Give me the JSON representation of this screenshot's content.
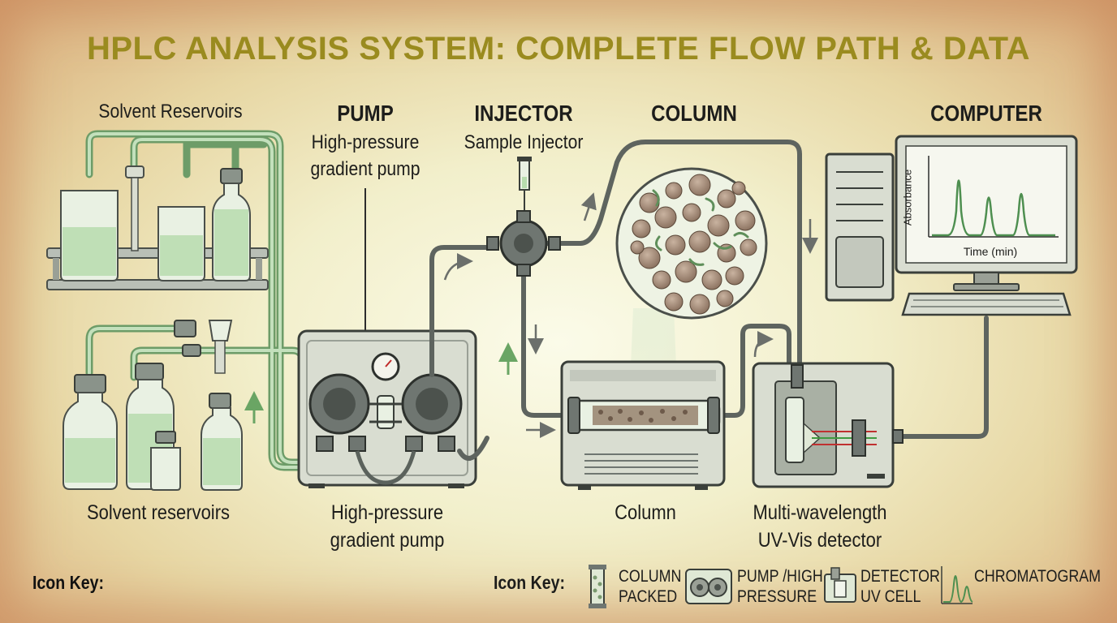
{
  "title": "HPLC ANALYSIS SYSTEM: COMPLETE FLOW PATH & DATA",
  "labels": {
    "solvent_reservoirs_top": "Solvent Reservoirs",
    "solvent_reservoirs_bottom": "Solvent reservoirs",
    "pump_head": "PUMP",
    "pump_sub_line1": "High-pressure",
    "pump_sub_line2": "gradient pump",
    "pump_bottom_line1": "High-pressure",
    "pump_bottom_line2": "gradient pump",
    "injector_head": "INJECTOR",
    "injector_sub": "Sample Injector",
    "column_head": "COLUMN",
    "column_bottom": "Column",
    "computer_head": "COMPUTER",
    "detector_line1": "Multi-wavelength",
    "detector_line2": "UV-Vis detector"
  },
  "screen": {
    "y_axis": "Absorbance",
    "x_axis": "Time (min)"
  },
  "icon_key": {
    "left_heading": "Icon Key:",
    "heading": "Icon Key:",
    "items": [
      {
        "icon": "column-packed-icon",
        "line1": "COLUMN",
        "line2": "PACKED"
      },
      {
        "icon": "pump-icon",
        "line1": "PUMP /HIGH",
        "line2": "PRESSURE"
      },
      {
        "icon": "detector-icon",
        "line1": "DETECTOR",
        "line2": "UV CELL"
      },
      {
        "icon": "chromatogram-icon",
        "line1": "CHROMATOGRAM",
        "line2": ""
      }
    ]
  },
  "colors": {
    "title": "#9a8b1f",
    "tubing": "#8fbf8a",
    "liquid": "#b7dcae",
    "equipment": "#d9ddd1",
    "outline": "#3a3f3a",
    "flow_arrow_green": "#6aa564"
  }
}
